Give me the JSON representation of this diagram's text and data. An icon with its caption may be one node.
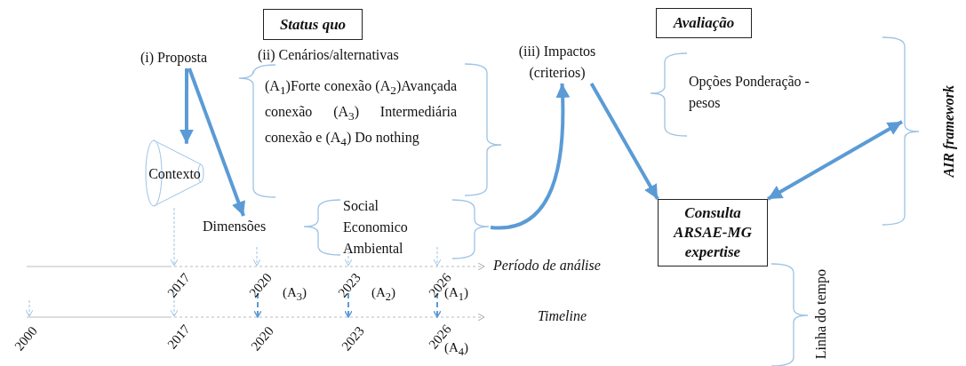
{
  "diagram": {
    "nodes": [
      {
        "text": [
          "Status quo"
        ]
      },
      {
        "text": [
          "Avaliação"
        ]
      },
      {
        "text": [
          "(i) Proposta"
        ]
      },
      {
        "text": [
          "(ii) Cenários/alternativas"
        ]
      },
      {
        "text": [
          "(A$_{1}$)Forte conexão (A$_{2}$)Avançada conexão (A$_{3}$) Intermediária conexão e (A$_{4}$) Do nothing"
        ]
      },
      {
        "text": [
          "Contexto"
        ]
      },
      {
        "text": [
          "Dimensões"
        ]
      },
      {
        "text": [
          "Social Economico Ambiental"
        ]
      },
      {
        "text": [
          "(iii) Impactos (criterios)"
        ]
      },
      {
        "text": [
          "Opções Ponderação - pesos"
        ]
      },
      {
        "text": [
          "AIR framework"
        ]
      },
      {
        "text": [
          "Consulta ARSAE-MG expertise"
        ]
      },
      {
        "text": [
          "Linha do tempo"
        ]
      }
    ],
    "edges": [
      {
        "from": 2,
        "to": 5,
        "arrow": "to"
      },
      {
        "from": 2,
        "to": 6,
        "arrow": "to"
      },
      {
        "from": 7,
        "to": 8,
        "arrow": "to"
      },
      {
        "from": 8,
        "to": 11,
        "arrow": "to"
      },
      {
        "from": 11,
        "to": 10,
        "arrow": "both"
      }
    ],
    "labels": [
      "2017",
      "2020",
      "(A$_{3}$)",
      "2023",
      "(A$_{2}$)",
      "2026",
      "(A$_{1}$)",
      "Período de análise",
      "2000",
      "2017",
      "2020",
      "2023",
      "2026",
      "Timeline",
      "(A$_{4}$)"
    ]
  }
}
